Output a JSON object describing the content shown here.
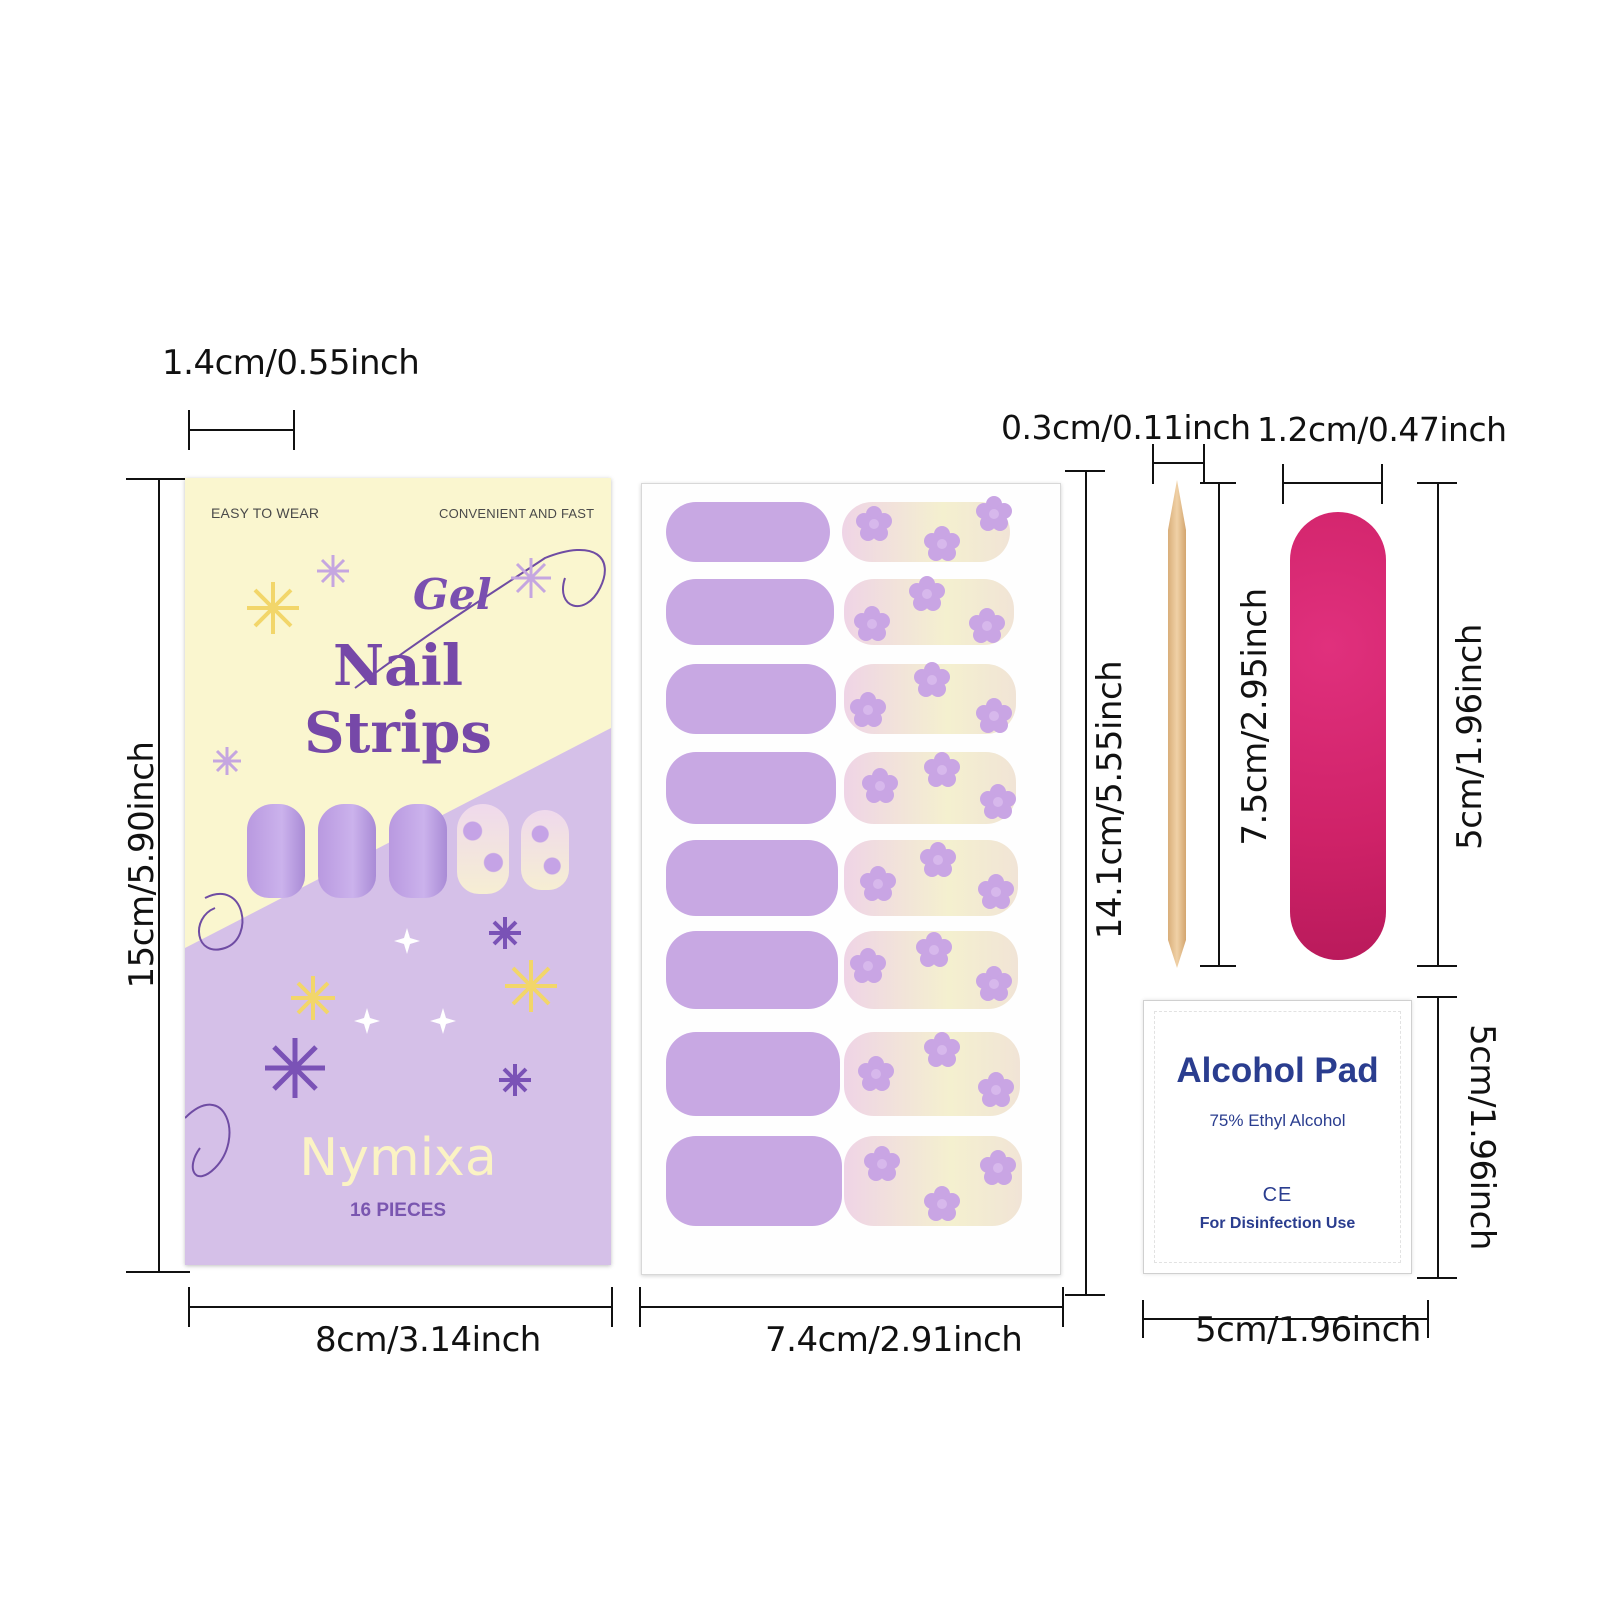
{
  "dimensions": {
    "strip_width": "1.4cm/0.55inch",
    "package_height": "15cm/5.90inch",
    "package_width": "8cm/3.14inch",
    "sheet_height": "14.1cm/5.55inch",
    "sheet_width": "7.4cm/2.91inch",
    "stick_width": "0.3cm/0.11inch",
    "stick_height": "7.5cm/2.95inch",
    "file_width": "1.2cm/0.47inch",
    "file_height": "5cm/1.96inch",
    "pad_height": "5cm/1.96inch",
    "pad_width": "5cm/1.96inch"
  },
  "package": {
    "tag_left": "EASY TO WEAR",
    "tag_right": "CONVENIENT AND FAST",
    "script_word": "Gel",
    "title_line1": "Nail",
    "title_line2": "Strips",
    "brand": "Nymixa",
    "pieces": "16 PIECES"
  },
  "alcohol_pad": {
    "title": "Alcohol Pad",
    "subtitle": "75% Ethyl Alcohol",
    "mark": "CE",
    "usage": "For Disinfection Use"
  },
  "colors": {
    "lavender": "#c8a8e3",
    "cream": "#faf6cf",
    "purple_text": "#7648a8",
    "file_pink": "#d3246f",
    "stick_wood": "#e9c79a",
    "pad_text": "#2a3d8f"
  }
}
